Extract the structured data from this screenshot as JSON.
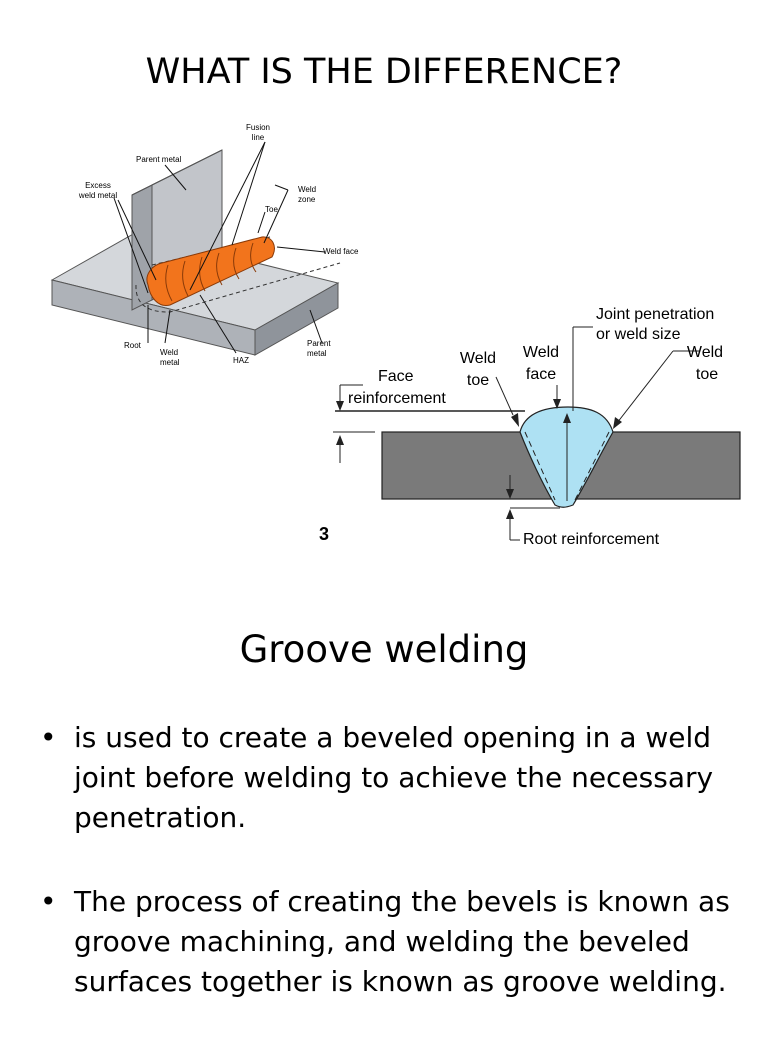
{
  "page": {
    "title": "WHAT IS THE DIFFERENCE?",
    "subtitle": "Groove welding"
  },
  "fillet_figure": {
    "labels": {
      "fusion_line": [
        "Fusion",
        "line"
      ],
      "parent_metal_top": "Parent metal",
      "excess_weld_metal": [
        "Excess",
        "weld metal"
      ],
      "weld_zone": [
        "Weld",
        "zone"
      ],
      "toe": "Toe",
      "weld_face": "Weld face",
      "root": "Root",
      "weld_metal": [
        "Weld",
        "metal"
      ],
      "haz": "HAZ",
      "parent_metal_right": [
        "Parent",
        "metal"
      ]
    },
    "colors": {
      "plate": "#c9ccd1",
      "weld": "#f2741c"
    }
  },
  "groove_figure": {
    "labels": {
      "joint_penetration": [
        "Joint penetration",
        "or weld size"
      ],
      "weld_toe_left": [
        "Weld",
        "toe"
      ],
      "weld_face": [
        "Weld",
        "face"
      ],
      "weld_toe_right": [
        "Weld",
        "toe"
      ],
      "face_reinforcement": [
        "Face",
        "reinforcement"
      ],
      "root_reinforcement": "Root reinforcement",
      "figure_marker": "3"
    },
    "colors": {
      "plate": "#7a7a7a",
      "weld": "#aee1f3"
    }
  },
  "bullets": [
    "is used to create a beveled opening in a weld joint before welding to achieve the necessary penetration.",
    "The process of creating the bevels is known as groove machining, and welding the beveled surfaces together is known as groove welding."
  ],
  "bullet_glyph": "•"
}
